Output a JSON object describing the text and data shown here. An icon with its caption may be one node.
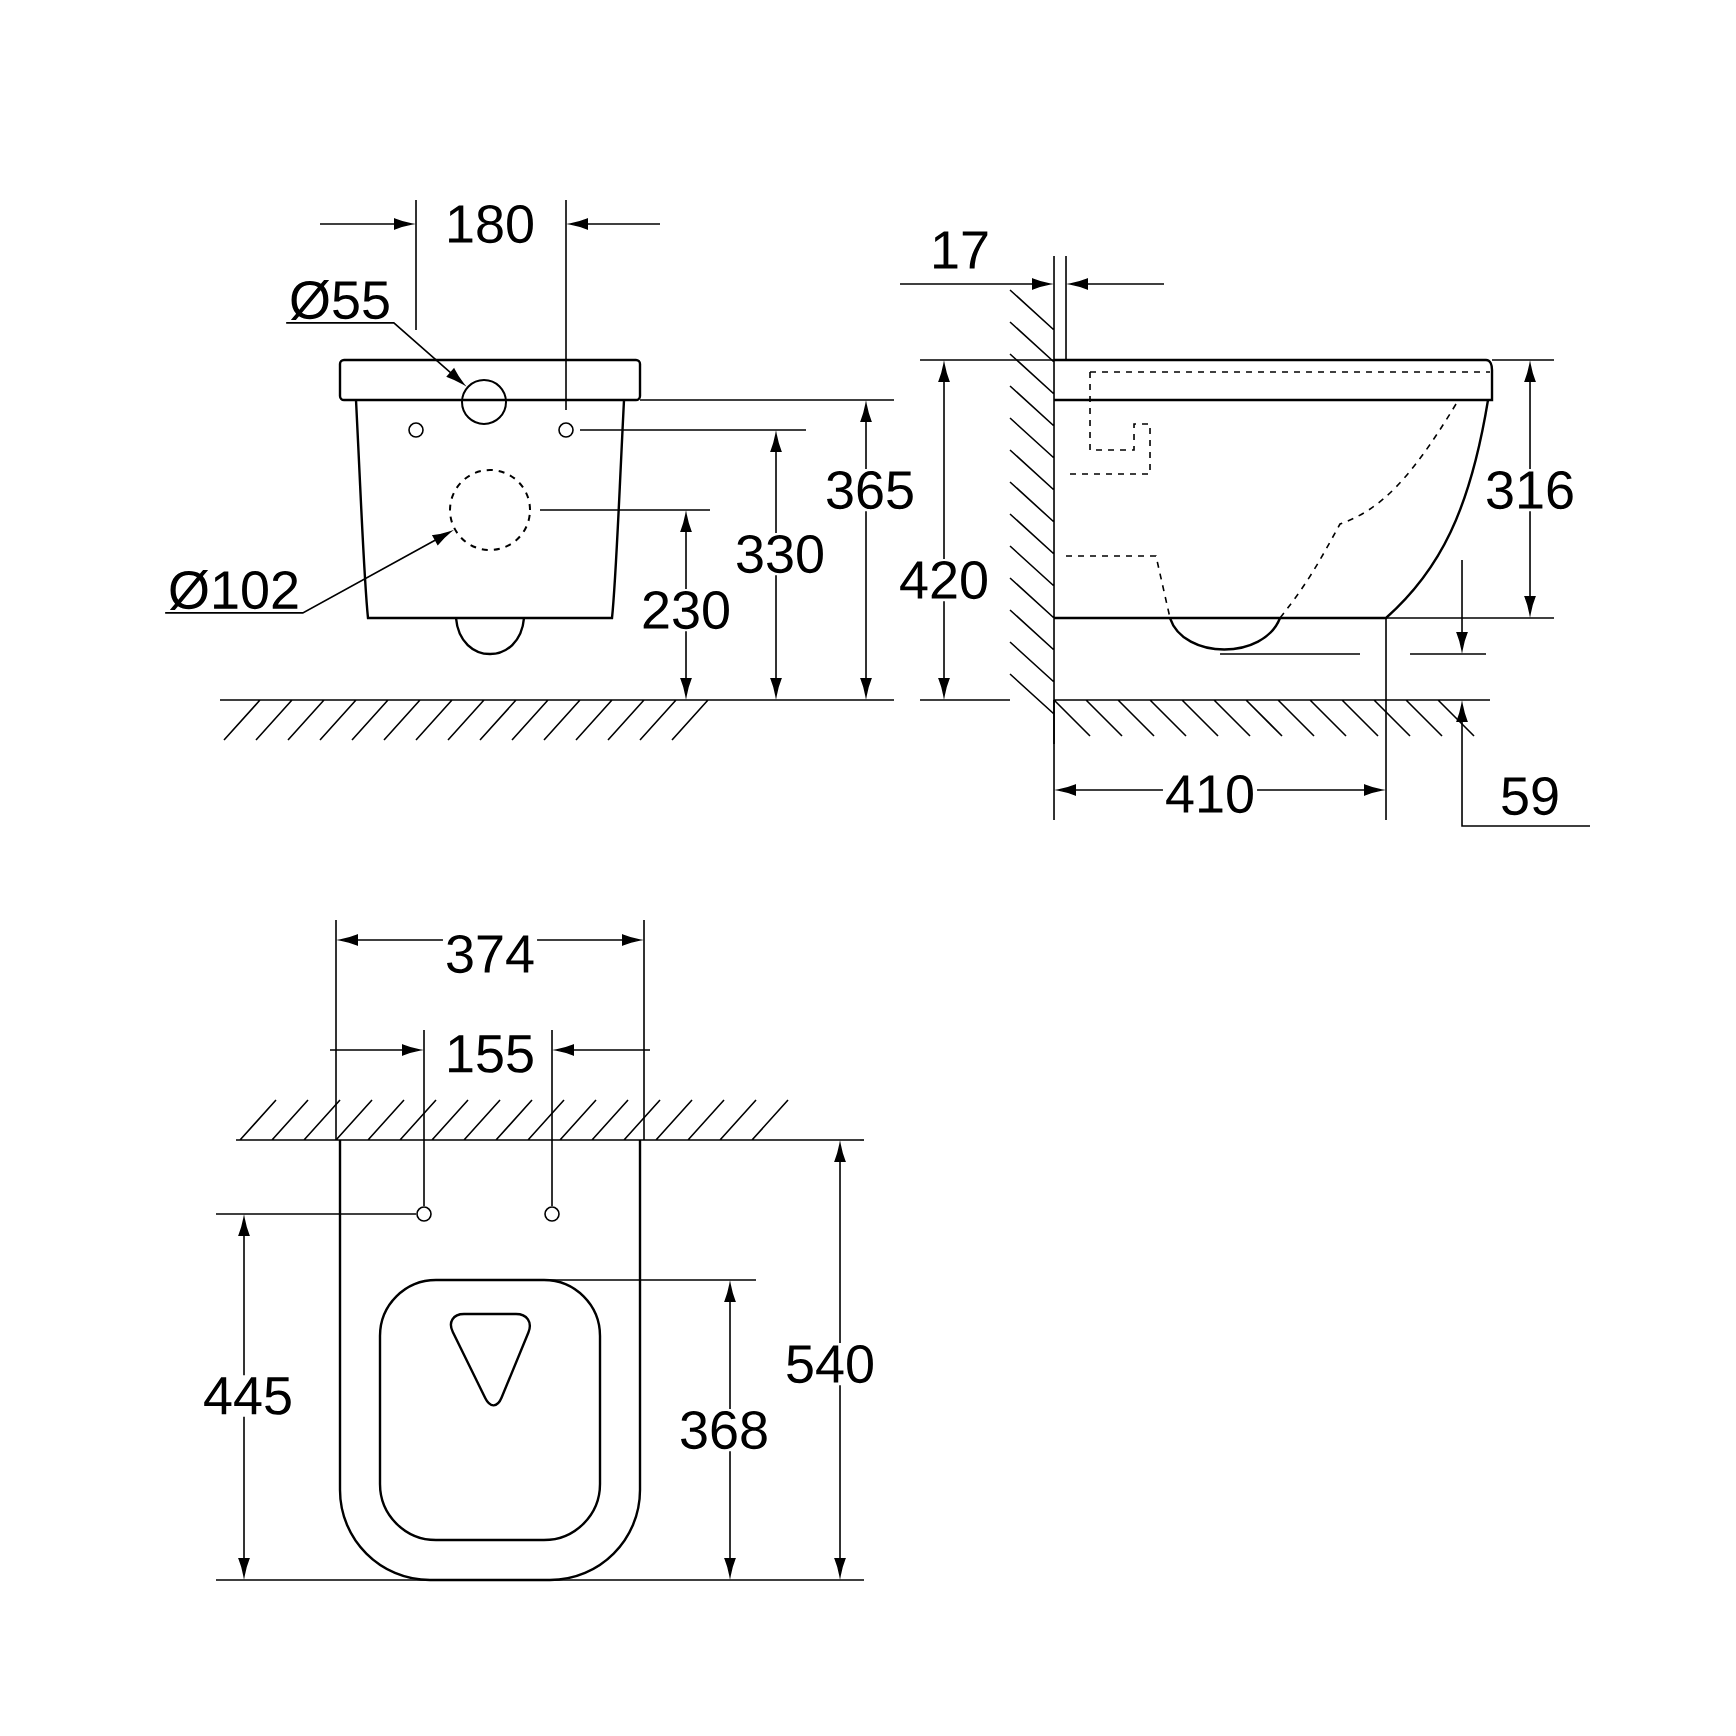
{
  "diagram": {
    "nodes": [
      {
        "text": [
          "Ø55"
        ]
      },
      {
        "text": [],
        "shape": "circle"
      },
      {
        "text": [
          "Ø102"
        ]
      },
      {
        "text": [],
        "shape": "circle"
      }
    ],
    "edges": [
      {
        "from": 0,
        "to": 1,
        "arrow": "to"
      },
      {
        "from": 2,
        "to": 3,
        "arrow": "to"
      }
    ],
    "labels": [
      "180",
      "17",
      "365",
      "316",
      "330",
      "420",
      "230",
      "410",
      "59",
      "374",
      "155",
      "540",
      "445",
      "368"
    ]
  }
}
